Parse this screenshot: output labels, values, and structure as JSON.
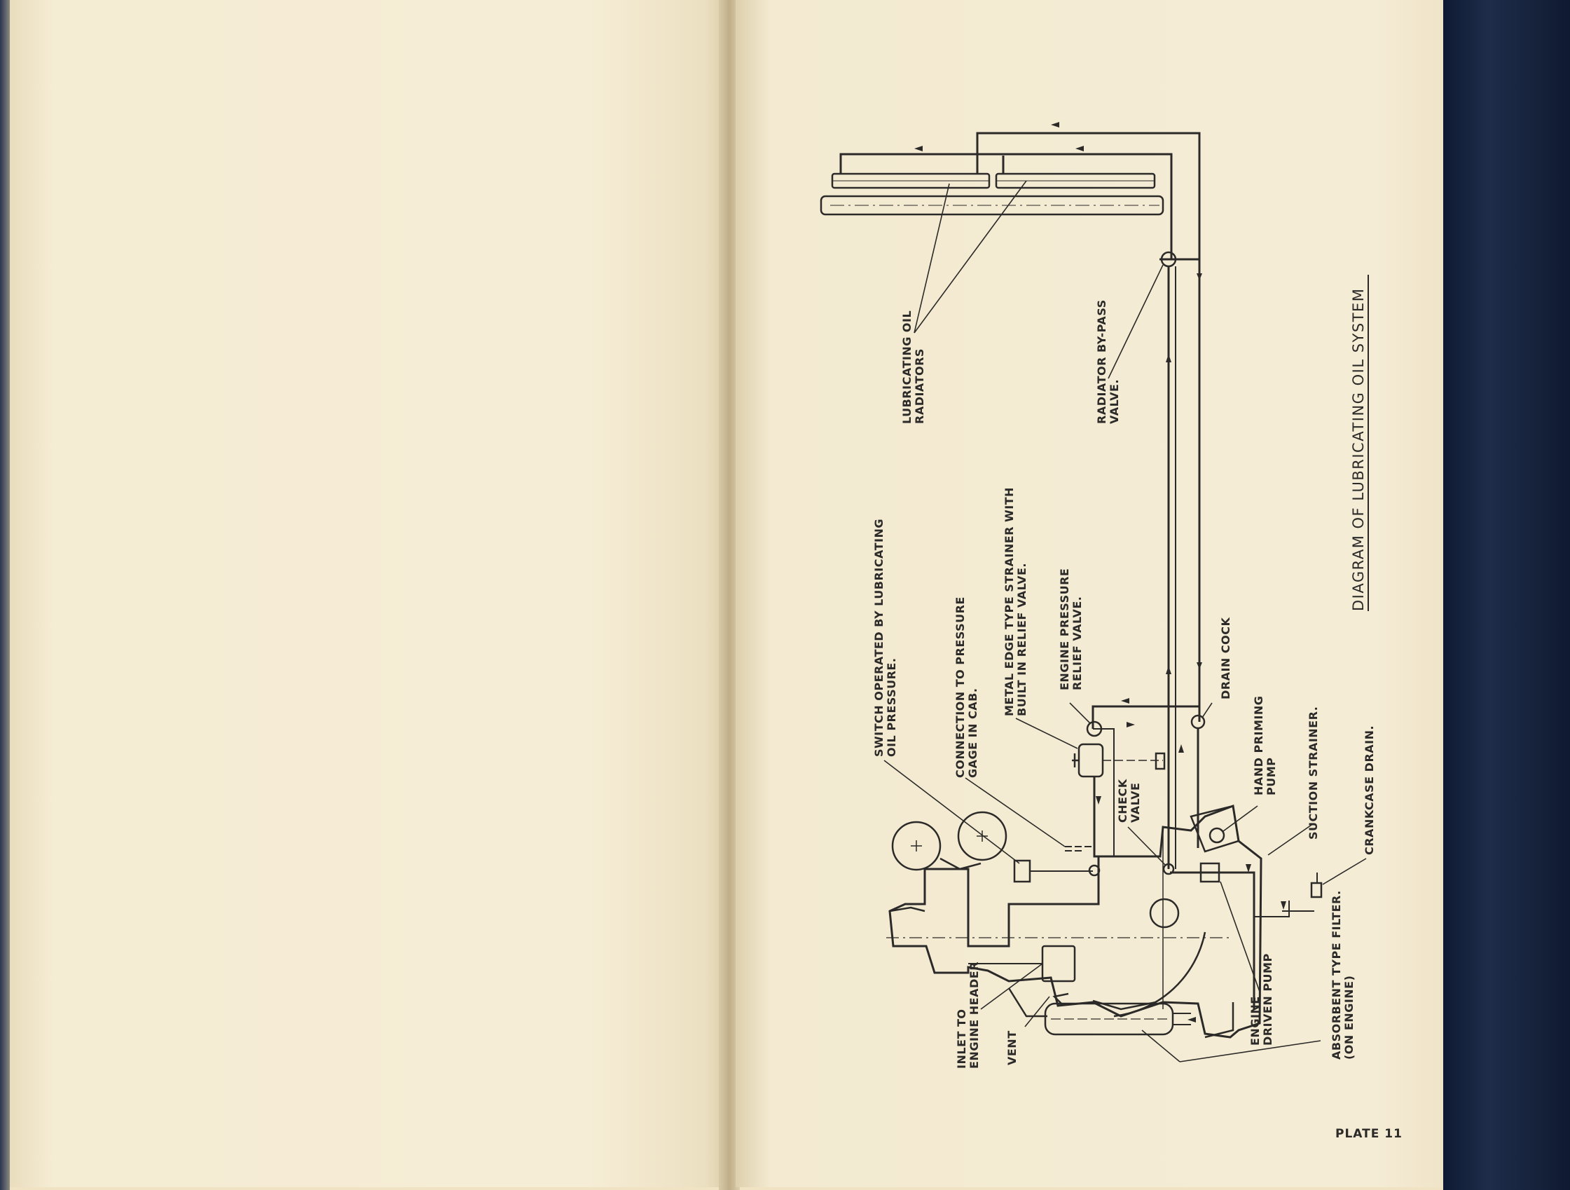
{
  "diagram": {
    "title": "DIAGRAM OF LUBRICATING OIL SYSTEM",
    "labels": {
      "lube_radiators_1": "LUBRICATING OIL",
      "lube_radiators_2": "RADIATORS",
      "bypass_1": "RADIATOR BY-PASS",
      "bypass_2": "VALVE.",
      "switch_1": "SWITCH OPERATED BY LUBRICATING",
      "switch_2": "OIL PRESSURE.",
      "gage_1": "CONNECTION TO PRESSURE",
      "gage_2": "GAGE IN CAB.",
      "strainer_1": "METAL EDGE TYPE STRAINER WITH",
      "strainer_2": "BUILT IN RELIEF VALVE.",
      "relief_1": "ENGINE PRESSURE",
      "relief_2": "RELIEF VALVE.",
      "drain_cock": "DRAIN COCK",
      "check_1": "CHECK",
      "check_2": "VALVE",
      "priming_1": "HAND PRIMING",
      "priming_2": "PUMP",
      "suction": "SUCTION STRAINER.",
      "crankcase": "CRANKCASE DRAIN.",
      "filter_1": "ABSORBENT TYPE FILTER.",
      "filter_2": "(ON ENGINE)",
      "driven_1": "ENGINE",
      "driven_2": "DRIVEN PUMP",
      "vent": "VENT",
      "inlet_1": "INLET TO",
      "inlet_2": "ENGINE HEADER"
    }
  },
  "plate": "PLATE 11"
}
